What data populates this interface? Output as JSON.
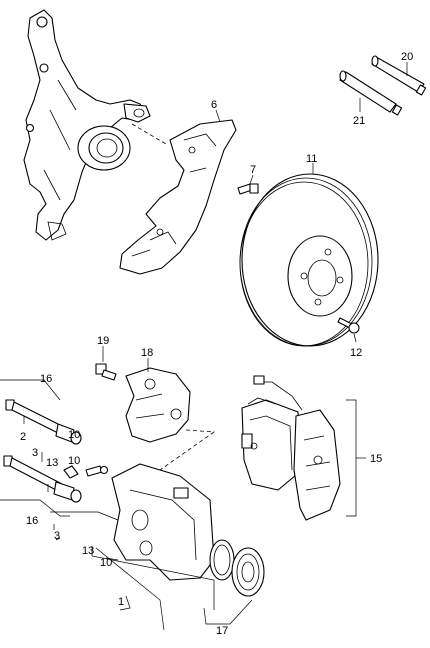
{
  "callouts": {
    "c1": "1",
    "c2": "2",
    "c3a": "3",
    "c3b": "3",
    "c6": "6",
    "c7": "7",
    "c10a": "10",
    "c10b": "10",
    "c11": "11",
    "c12": "12",
    "c13a": "13",
    "c13b": "13",
    "c15": "15",
    "c16a": "16",
    "c16b": "16",
    "c17": "17",
    "c18": "18",
    "c19": "19",
    "c20": "20",
    "c21": "21"
  }
}
